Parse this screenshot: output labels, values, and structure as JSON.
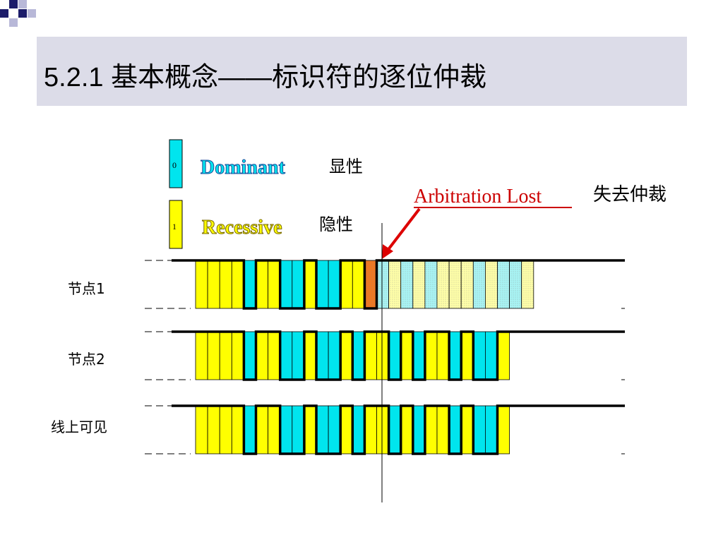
{
  "slide": {
    "title": "5.2.1 基本概念——标识符的逐位仲裁"
  },
  "legend": {
    "dominant": {
      "bit": "0",
      "english": "Dominant",
      "chinese": "显性",
      "color": "#00e5ee"
    },
    "recessive": {
      "bit": "1",
      "english": "Recessive",
      "chinese": "隐性",
      "color": "#ffff00"
    }
  },
  "annotation": {
    "text": "Arbitration Lost",
    "chinese": "失去仲裁",
    "color": "#cc0000"
  },
  "rows": [
    {
      "label": "节点1",
      "bits": "11110110010011",
      "after": "00101011101001",
      "lost": true
    },
    {
      "label": "节点2",
      "bits": "1111011001001",
      "after": "0110101101001",
      "lost": false
    },
    {
      "label": "线上可见",
      "bits": "1111011001001",
      "after": "0110101101001",
      "lost": false
    }
  ],
  "colors": {
    "faded_dominant": "#a8f4f4",
    "faded_recessive": "#ffffa8",
    "lost_bit": "#f07820"
  }
}
